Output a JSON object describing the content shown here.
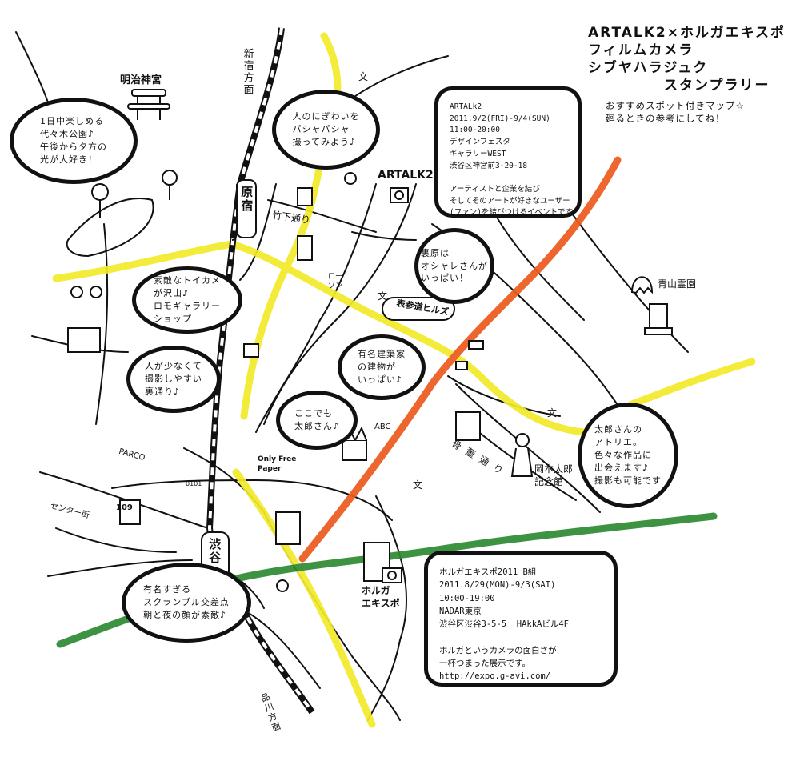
{
  "title": {
    "lines": "ARTALK2×ホルガエキスポ\nフィルムカメラ\nシブヤハラジュク\n　　　　　スタンプラリー",
    "subtitle": "おすすめスポット付きマップ☆\n廻るときの参考にしてね！"
  },
  "colors": {
    "yellow_route": "#f3ea2a",
    "orange_route": "#ec5a1c",
    "green_route": "#2e8a32",
    "ink": "#111111"
  },
  "places": {
    "meiji_jingu": "明治神宮",
    "shinjuku_direction": "新宿方面",
    "harajuku": "原宿",
    "takeshita": "竹下通り",
    "lawson": "ロー\nソン",
    "omotesando_hills": "表参道ヒルズ",
    "artalk2": "ARTALK2",
    "aoyama_cemetery": "青山霊園",
    "kotto_dori": "骨董通り",
    "okamoto_museum": "岡本太郎\n記念館",
    "abc": "ABC",
    "only_free_paper": "Only Free\nPaper",
    "parco": "PARCO",
    "marui": "0101",
    "shibuya109": "109",
    "center_gai": "センター街",
    "shibuya": "渋谷",
    "holga_expo": "ホルガ\nエキスポ",
    "shinagawa_direction": "品川方面",
    "school_mark": "文"
  },
  "bubbles": {
    "yoyogi": "1日中楽しめる\n代々木公園♪\n午後から夕方の\n光が大好き！",
    "crowd": "人のにぎわいを\nパシャパシャ\n撮ってみよう♪",
    "urahara": "裏原は\nオシャレさんが\nいっぱい！",
    "toycam": "素敵なトイカメ\nが沢山♪\nロモギャラリー\nショップ",
    "backstreet": "人が少なくて\n撮影しやすい\n裏通り♪",
    "architect": "有名建築家\nの建物が\nいっぱい♪",
    "taro_here": "ここでも\n太郎さん♪",
    "atelier": "太郎さんの\nアトリエ。\n色々な作品に\n出会えます♪\n撮影も可能です",
    "scramble": "有名すぎる\nスクランブル交差点\n朝と夜の顔が素敵♪"
  },
  "info_boxes": {
    "artalk2": "ARTALk2\n2011.9/2(FRI)-9/4(SUN)\n11:00-20:00\nデザインフェスタ\nギャラリーWEST\n渋谷区神宮前3-20-18\n\nアーティストと企業を結び\nそしてそのアートが好きなユーザー\n(ファン)を結びつけるイベントです。",
    "holga": "ホルガエキスポ2011 B組\n2011.8/29(MON)-9/3(SAT)\n10:00-19:00\nNADAR東京\n渋谷区渋谷3-5-5  HAkkAビル4F\n\nホルガというカメラの面白さが\n一杯つまった展示です。\nhttp://expo.g-avi.com/"
  }
}
